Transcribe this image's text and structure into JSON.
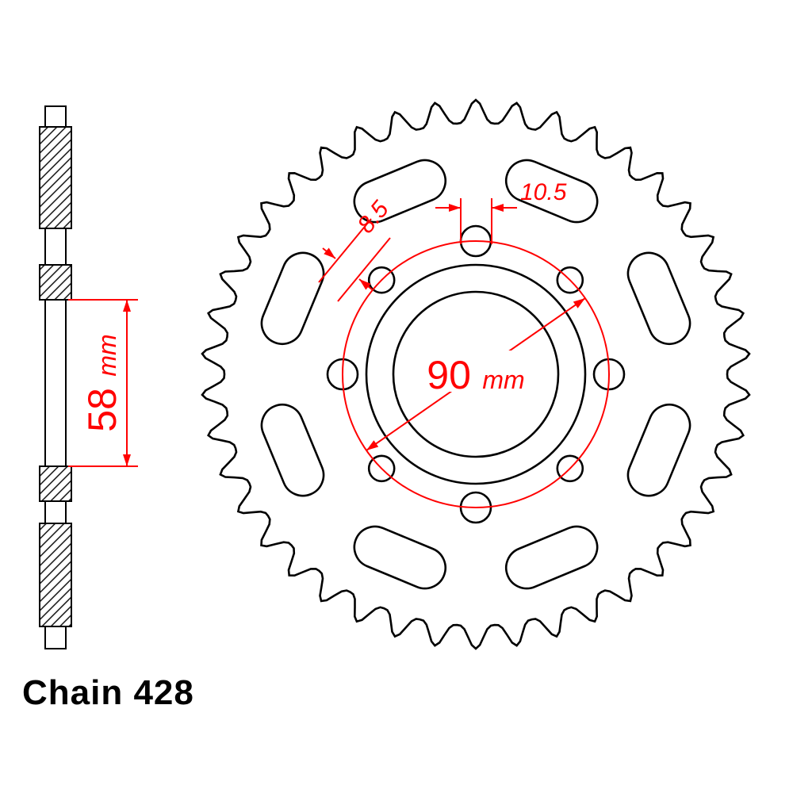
{
  "drawing": {
    "type": "sprocket-technical-drawing",
    "title": "Chain 428",
    "sprocket": {
      "teeth": 42,
      "lightening_slots": 8,
      "bolt_holes": 8
    },
    "dimensions": {
      "bore": {
        "value": "58",
        "unit": "mm"
      },
      "bolt_circle": {
        "value": "90",
        "unit": "mm"
      },
      "small_hole": {
        "value": "8.5"
      },
      "large_hole": {
        "value": "10.5"
      }
    },
    "colors": {
      "outline": "#000000",
      "dimension": "#ff0000",
      "background": "#ffffff"
    }
  }
}
